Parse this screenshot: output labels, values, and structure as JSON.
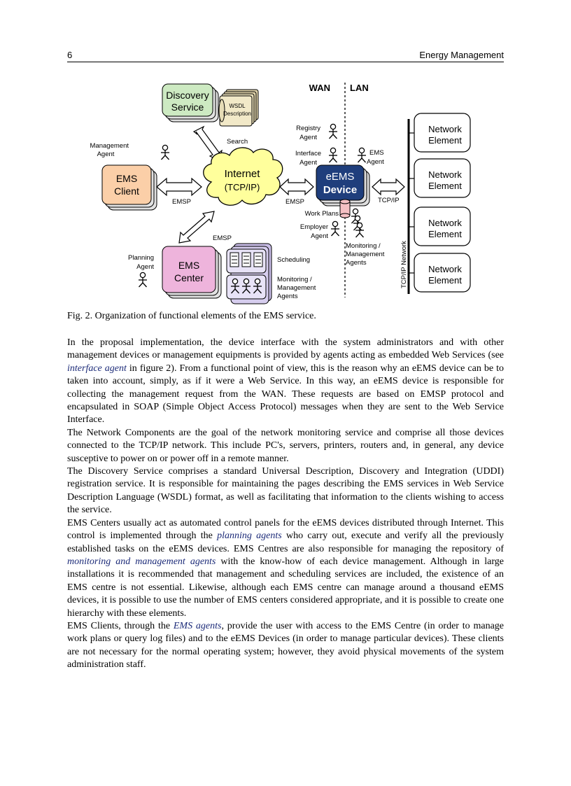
{
  "header": {
    "page_number": "6",
    "running_title": "Energy Management"
  },
  "figure": {
    "wan_label": "WAN",
    "lan_label": "LAN",
    "discovery": {
      "line1": "Discovery",
      "line2": "Service"
    },
    "wsdl": {
      "line1": "WSDL",
      "line2": "Description"
    },
    "search": "Search",
    "management_agent": {
      "line1": "Management",
      "line2": "Agent"
    },
    "ems_client": {
      "line1": "EMS",
      "line2": "Client"
    },
    "internet": {
      "line1": "Internet",
      "line2": "(TCP/IP)"
    },
    "emsp": "EMSP",
    "tcpip": "TCP/IP",
    "eems_device": {
      "line1": "eEMS",
      "line2": "Device"
    },
    "registry_agent": {
      "line1": "Registry",
      "line2": "Agent"
    },
    "interface_agent": {
      "line1": "Interface",
      "line2": "Agent"
    },
    "ems_agent": {
      "line1": "EMS",
      "line2": "Agent"
    },
    "work_plans": "Work Plans",
    "employer_agent": {
      "line1": "Employer",
      "line2": "Agent"
    },
    "monitoring_agents_lan": {
      "line1": "Monitoring /",
      "line2": "Management",
      "line3": "Agents"
    },
    "planning_agent": {
      "line1": "Planning",
      "line2": "Agent"
    },
    "ems_center": {
      "line1": "EMS",
      "line2": "Center"
    },
    "scheduling": "Scheduling",
    "monitoring_agents_center": {
      "line1": "Monitoring /",
      "line2": "Management",
      "line3": "Agents"
    },
    "tcpip_network": "TCP/IP Network",
    "network_element": {
      "line1": "Network",
      "line2": "Element"
    }
  },
  "caption": "Fig. 2. Organization of functional elements of the EMS service.",
  "body": {
    "p1_a": "In the proposal implementation, the device interface with the system administrators and with other management devices or management equipments is provided by agents acting as embedded Web Services (see ",
    "p1_em": "interface agent",
    "p1_b": " in figure 2). From a functional point of view, this is the reason why an eEMS device can be to taken into account, simply, as if it were a Web Service. In this way, an eEMS device is responsible for collecting the management request from the WAN. These requests are based on EMSP protocol and encapsulated in SOAP (Simple Object Access Protocol) messages when they are sent to the Web Service Interface.",
    "p2": "The Network Components are the goal of the network monitoring service and comprise all those devices connected to the TCP/IP network. This include PC's, servers, printers, routers and, in general, any device susceptive to power on or power off in a remote manner.",
    "p3": "The Discovery Service comprises a standard Universal Description, Discovery and Integration (UDDI) registration service. It is responsible for maintaining the pages describing the EMS services in Web Service Description Language (WSDL) format, as well as facilitating that information to the clients wishing to access the service.",
    "p4_a": "EMS Centers usually act as automated control panels for the eEMS devices distributed through Internet. This control is implemented through the ",
    "p4_em1": "planning agents",
    "p4_b": " who carry out, execute and verify all the previously established tasks on the eEMS devices. EMS Centres are also responsible for managing the repository of ",
    "p4_em2": "monitoring and management agents",
    "p4_c": " with the know-how of each device management. Although in large installations it is recommended that management and scheduling services are included, the existence of an EMS centre is not essential. Likewise, although each EMS centre can manage around a thousand eEMS devices, it is possible to use the number of EMS centers considered appropriate, and it is possible to create one hierarchy with these elements.",
    "p5_a": "EMS Clients, through the ",
    "p5_em": "EMS agents",
    "p5_b": ", provide the user with access to the EMS Centre (in order to manage work plans or query log files) and to the eEMS Devices (in order to manage particular devices). These clients are not necessary for the normal operating system; however, they avoid physical movements of the system administration staff."
  }
}
